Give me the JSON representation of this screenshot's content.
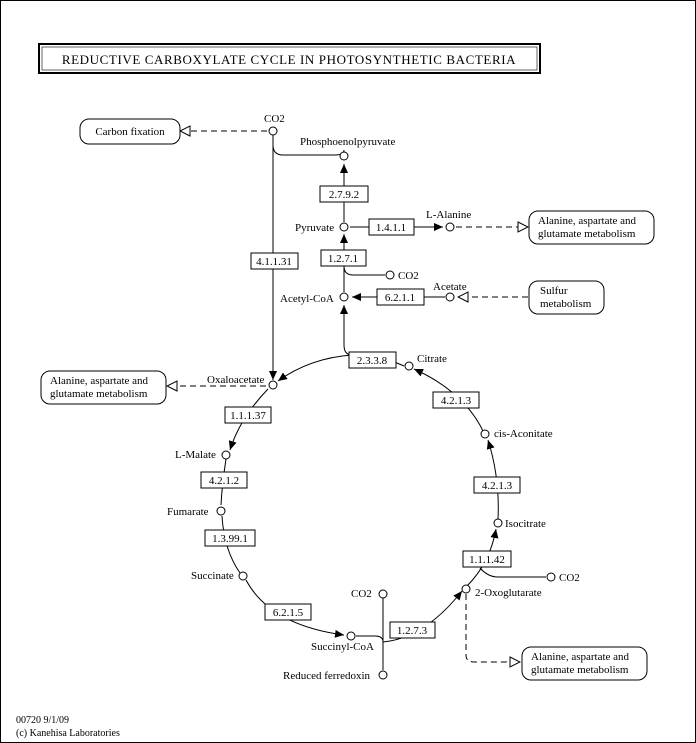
{
  "title": "REDUCTIVE CARBOXYLATE CYCLE IN PHOTOSYNTHETIC BACTERIA",
  "compounds": {
    "co2_top": "CO2",
    "phosphoenolpyruvate": "Phosphoenolpyruvate",
    "pyruvate": "Pyruvate",
    "l_alanine": "L-Alanine",
    "co2_pyruvate": "CO2",
    "acetate": "Acetate",
    "acetyl_coa": "Acetyl-CoA",
    "citrate": "Citrate",
    "oxaloacetate": "Oxaloacetate",
    "cis_aconitate": "cis-Aconitate",
    "l_malate": "L-Malate",
    "isocitrate": "Isocitrate",
    "fumarate": "Fumarate",
    "co2_oxoglutarate": "CO2",
    "oxoglutarate": "2-Oxoglutarate",
    "succinate": "Succinate",
    "co2_succinyl": "CO2",
    "succinyl_coa": "Succinyl-CoA",
    "reduced_ferredoxin": "Reduced ferredoxin"
  },
  "enzymes": {
    "e_2_7_9_2": "2.7.9.2",
    "e_1_4_1_1": "1.4.1.1",
    "e_1_2_7_1": "1.2.7.1",
    "e_6_2_1_1": "6.2.1.1",
    "e_4_1_1_31": "4.1.1.31",
    "e_2_3_3_8": "2.3.3.8",
    "e_4_2_1_3_a": "4.2.1.3",
    "e_4_2_1_3_b": "4.2.1.3",
    "e_1_1_1_37": "1.1.1.37",
    "e_4_2_1_2": "4.2.1.2",
    "e_1_3_99_1": "1.3.99.1",
    "e_1_1_1_42": "1.1.1.42",
    "e_6_2_1_5": "6.2.1.5",
    "e_1_2_7_3": "1.2.7.3"
  },
  "maps": {
    "carbon_fixation": "Carbon fixation",
    "ala_asp_glu_1_line1": "Alanine, aspartate and",
    "ala_asp_glu_1_line2": "glutamate metabolism",
    "sulfur_line1": "Sulfur",
    "sulfur_line2": "metabolism",
    "ala_asp_glu_2_line1": "Alanine, aspartate and",
    "ala_asp_glu_2_line2": "glutamate metabolism",
    "ala_asp_glu_3_line1": "Alanine, aspartate and",
    "ala_asp_glu_3_line2": "glutamate metabolism"
  },
  "footer": {
    "map_id_date": "00720 9/1/09",
    "copyright": "(c) Kanehisa Laboratories"
  }
}
